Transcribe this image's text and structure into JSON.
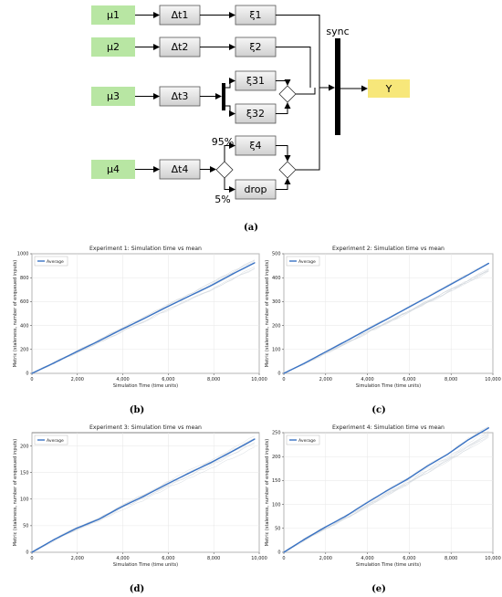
{
  "diagram": {
    "sources": [
      "μ1",
      "μ2",
      "μ3",
      "μ4"
    ],
    "delays": [
      "Δt1",
      "Δt2",
      "Δt3",
      "Δt4"
    ],
    "processes": [
      "ξ1",
      "ξ2",
      "ξ31",
      "ξ32",
      "ξ4",
      "drop"
    ],
    "sync_label": "sync",
    "output_label": "Y",
    "branch_high": "95%",
    "branch_low": "5%",
    "colors": {
      "source": "#b8e6a3",
      "output": "#f7e77a",
      "box": "#e3e3e3"
    }
  },
  "captions": [
    "(a)",
    "(b)",
    "(c)",
    "(d)",
    "(e)"
  ],
  "chart_data": [
    {
      "type": "line",
      "title": "Experiment 1: Simulation time vs mean",
      "xlabel": "Simulation Time (time units)",
      "ylabel": "Metric (staleness, number of enqueued inputs)",
      "xlim": [
        0,
        10000
      ],
      "ylim": [
        0,
        1000
      ],
      "xticks": [
        0,
        2000,
        4000,
        6000,
        8000,
        10000
      ],
      "xtick_labels": [
        "0",
        "2,000",
        "4,000",
        "6,000",
        "8,000",
        "10,000"
      ],
      "yticks": [
        0,
        200,
        400,
        600,
        800,
        1000
      ],
      "ytick_labels": [
        "0",
        "200",
        "400",
        "600",
        "800",
        "1000"
      ],
      "grid": true,
      "legend": "top-left",
      "series": [
        {
          "name": "Average",
          "color": "#3a73c4",
          "x": [
            0,
            1000,
            2000,
            3000,
            4000,
            5000,
            6000,
            7000,
            8000,
            9000,
            10000
          ],
          "y": [
            0,
            88,
            180,
            270,
            365,
            455,
            550,
            640,
            730,
            830,
            925
          ]
        }
      ]
    },
    {
      "type": "line",
      "title": "Experiment 2: Simulation time vs mean",
      "xlabel": "Simulation Time (time units)",
      "ylabel": "Metric (staleness, number of enqueued inputs)",
      "xlim": [
        0,
        10000
      ],
      "ylim": [
        0,
        500
      ],
      "xticks": [
        0,
        2000,
        4000,
        6000,
        8000,
        10000
      ],
      "xtick_labels": [
        "0",
        "2,000",
        "4,000",
        "6,000",
        "8,000",
        "10,000"
      ],
      "yticks": [
        0,
        100,
        200,
        300,
        400,
        500
      ],
      "ytick_labels": [
        "0",
        "100",
        "200",
        "300",
        "400",
        "500"
      ],
      "grid": true,
      "legend": "top-left",
      "series": [
        {
          "name": "Average",
          "color": "#3a73c4",
          "x": [
            0,
            1000,
            2000,
            3000,
            4000,
            5000,
            6000,
            7000,
            8000,
            9000,
            10000
          ],
          "y": [
            0,
            42,
            88,
            133,
            180,
            225,
            272,
            318,
            365,
            412,
            460
          ]
        }
      ]
    },
    {
      "type": "line",
      "title": "Experiment 3: Simulation time vs mean",
      "xlabel": "Simulation Time (time units)",
      "ylabel": "Metric (staleness, number of enqueued inputs)",
      "xlim": [
        0,
        10000
      ],
      "ylim": [
        0,
        225
      ],
      "xticks": [
        0,
        2000,
        4000,
        6000,
        8000,
        10000
      ],
      "xtick_labels": [
        "0",
        "2,000",
        "4,000",
        "6,000",
        "8,000",
        "10,000"
      ],
      "yticks": [
        0,
        50,
        100,
        150,
        200
      ],
      "ytick_labels": [
        "0",
        "50",
        "100",
        "150",
        "200"
      ],
      "grid": true,
      "legend": "top-left",
      "series": [
        {
          "name": "Average",
          "color": "#3a73c4",
          "x": [
            0,
            1000,
            2000,
            3000,
            4000,
            5000,
            6000,
            7000,
            8000,
            9000,
            10000
          ],
          "y": [
            0,
            24,
            45,
            62,
            85,
            105,
            127,
            148,
            168,
            190,
            213
          ]
        }
      ]
    },
    {
      "type": "line",
      "title": "Experiment 4: Simulation time vs mean",
      "xlabel": "Simulation Time (time units)",
      "ylabel": "Metric (staleness, number of enqueued inputs)",
      "xlim": [
        0,
        10000
      ],
      "ylim": [
        0,
        250
      ],
      "xticks": [
        0,
        2000,
        4000,
        6000,
        8000,
        10000
      ],
      "xtick_labels": [
        "0",
        "2,000",
        "4,000",
        "6,000",
        "8,000",
        "10,000"
      ],
      "yticks": [
        0,
        50,
        100,
        150,
        200,
        250
      ],
      "ytick_labels": [
        "0",
        "50",
        "100",
        "150",
        "200",
        "250"
      ],
      "grid": true,
      "legend": "top-left",
      "series": [
        {
          "name": "Average",
          "color": "#3a73c4",
          "x": [
            0,
            1000,
            2000,
            3000,
            4000,
            5000,
            6000,
            7000,
            8000,
            9000,
            10000
          ],
          "y": [
            0,
            27,
            52,
            75,
            102,
            128,
            152,
            180,
            205,
            235,
            260
          ]
        }
      ]
    }
  ]
}
